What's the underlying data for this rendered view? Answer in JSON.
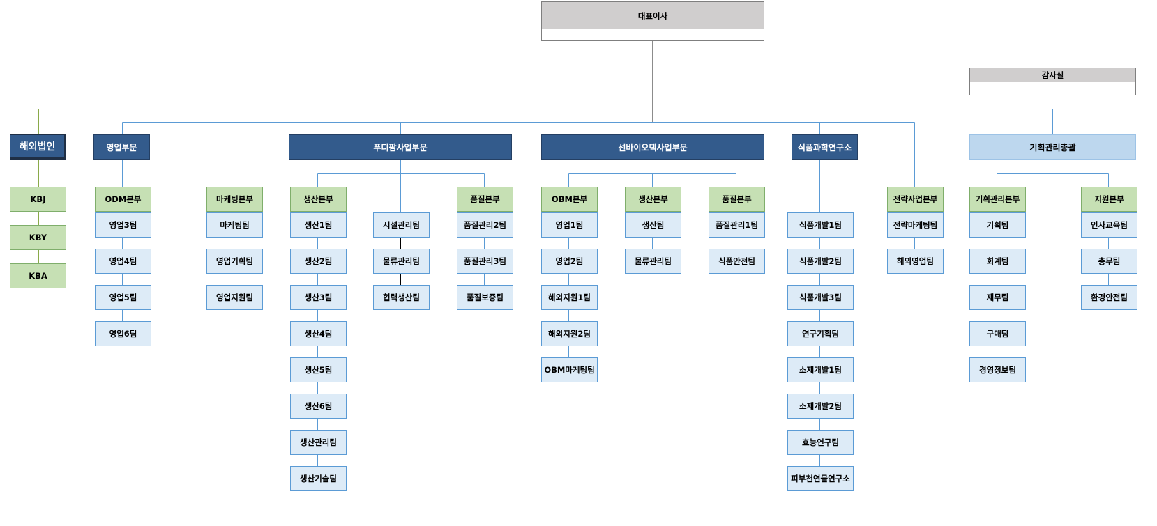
{
  "ceo": "대표이사",
  "audit": "감사실",
  "overseas": {
    "label": "해외법인",
    "entities": [
      "KBJ",
      "KBY",
      "KBA"
    ]
  },
  "sales_division": {
    "label": "영업부문",
    "odm_hq": {
      "label": "ODM본부",
      "teams": [
        "영업3팀",
        "영업4팀",
        "영업5팀",
        "영업6팀"
      ]
    },
    "marketing_hq": {
      "label": "마케팅본부",
      "teams": [
        "마케팅팀",
        "영업기획팀",
        "영업지원팀"
      ]
    }
  },
  "foodyam_division": {
    "label": "푸디팜사업부문",
    "production_hq": {
      "label": "생산본부",
      "teams": [
        "생산1팀",
        "생산2팀",
        "생산3팀",
        "생산4팀",
        "생산5팀",
        "생산6팀",
        "생산관리팀",
        "생산기술팀"
      ]
    },
    "facility_teams": [
      "시설관리팀",
      "물류관리팀",
      "협력생산팀"
    ],
    "quality_hq": {
      "label": "품질본부",
      "teams": [
        "품질관리2팀",
        "품질관리3팀",
        "품질보증팀"
      ]
    }
  },
  "sunbio_division": {
    "label": "선바이오텍사업부문",
    "obm_hq": {
      "label": "OBM본부",
      "teams": [
        "영업1팀",
        "영업2팀",
        "해외지원1팀",
        "해외지원2팀",
        "OBM마케팅팀"
      ]
    },
    "production_hq": {
      "label": "생산본부",
      "teams": [
        "생산팀",
        "물류관리팀"
      ]
    },
    "quality_hq": {
      "label": "품질본부",
      "teams": [
        "품질관리1팀",
        "식품안전팀"
      ]
    }
  },
  "research_institute": {
    "label": "식품과학연구소",
    "teams": [
      "식품개발1팀",
      "식품개발2팀",
      "식품개발3팀",
      "연구기획팀",
      "소재개발1팀",
      "소재개발2팀",
      "효능연구팀",
      "피부천연물연구소"
    ]
  },
  "strategy_hq": {
    "label": "전략사업본부",
    "teams": [
      "전략마케팅팀",
      "해외영업팀"
    ]
  },
  "planning_office": {
    "label": "기획관리총괄",
    "planning_hq": {
      "label": "기획관리본부",
      "teams": [
        "기획팀",
        "회계팀",
        "재무팀",
        "구매팀",
        "경영정보팀"
      ]
    },
    "support_hq": {
      "label": "지원본부",
      "teams": [
        "인사교육팀",
        "총무팀",
        "환경안전팀"
      ]
    }
  },
  "colors": {
    "division_blue": "#335b8c",
    "team_fill": "#ddebf7",
    "team_border": "#5b9bd5",
    "hq_green": "#c6e0b4",
    "planning_lightblue": "#bdd7ee",
    "header_grey": "#d0cece",
    "connector_blue": "#5b9bd5",
    "connector_green": "#8aaa4a",
    "connector_grey": "#8c8c8c"
  }
}
